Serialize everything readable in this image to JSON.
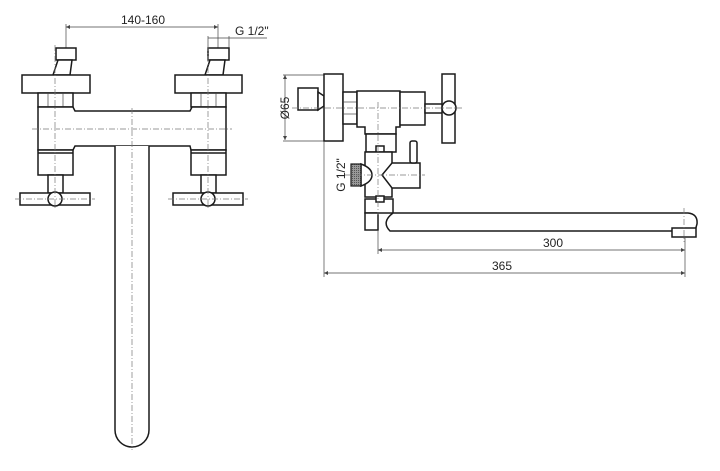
{
  "front_view": {
    "dim_spacing": "140-160",
    "dim_inlet_thread": "G 1/2\""
  },
  "side_view": {
    "dim_plate_diameter": "Ø65",
    "dim_outlet_thread": "G 1/2\"",
    "dim_spout_length": "300",
    "dim_total_length": "365"
  },
  "colors": {
    "line": "#1a1a1a",
    "centerline": "#777777"
  }
}
